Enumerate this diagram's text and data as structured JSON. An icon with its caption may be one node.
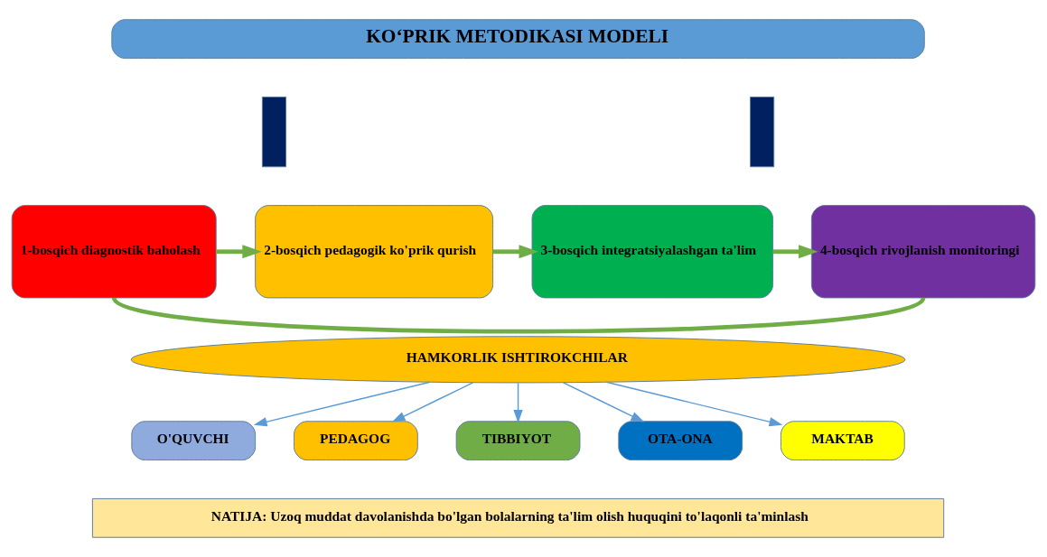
{
  "diagram": {
    "nodes": [
      {
        "text": [
          "KO‘PRIK METODIKASI MODELI"
        ]
      },
      {
        "text": [],
        "shape": "bar"
      },
      {
        "text": [],
        "shape": "bar"
      },
      {
        "text": [
          "1-bosqich diagnostik baholash"
        ]
      },
      {
        "text": [
          "2-bosqich pedagogik ko'prik qurish"
        ]
      },
      {
        "text": [
          "3-bosqich integratsiyalashgan ta'lim"
        ]
      },
      {
        "text": [
          "4-bosqich rivojlanish monitoringi"
        ]
      },
      {
        "text": [
          "HAMKORLIK ISHTIROKCHILAR"
        ]
      },
      {
        "text": [
          "O'QUVCHI"
        ]
      },
      {
        "text": [
          "PEDAGOG"
        ]
      },
      {
        "text": [
          "TIBBIYOT"
        ]
      },
      {
        "text": [
          "OTA-ONA"
        ]
      },
      {
        "text": [
          "MAKTAB"
        ]
      },
      {
        "text": [
          "NATIJA: Uzoq muddat davolanishda bo'lgan bolalarning ta'lim olish huquqini to'laqonli ta'minlash"
        ]
      }
    ],
    "edges": [
      {
        "from": 3,
        "to": 4,
        "arrow": "to",
        "style": "thick",
        "color": "#70ad47"
      },
      {
        "from": 4,
        "to": 5,
        "arrow": "to",
        "style": "thick",
        "color": "#70ad47"
      },
      {
        "from": 5,
        "to": 6,
        "arrow": "to",
        "style": "thick",
        "color": "#70ad47"
      },
      {
        "from": 3,
        "to": 6,
        "arrow": "none",
        "style": "thick",
        "color": "#70ad47"
      },
      {
        "from": 7,
        "to": 8,
        "arrow": "to"
      },
      {
        "from": 7,
        "to": 9,
        "arrow": "to"
      },
      {
        "from": 7,
        "to": 10,
        "arrow": "to"
      },
      {
        "from": 7,
        "to": 11,
        "arrow": "to"
      },
      {
        "from": 7,
        "to": 12,
        "arrow": "to"
      }
    ]
  }
}
